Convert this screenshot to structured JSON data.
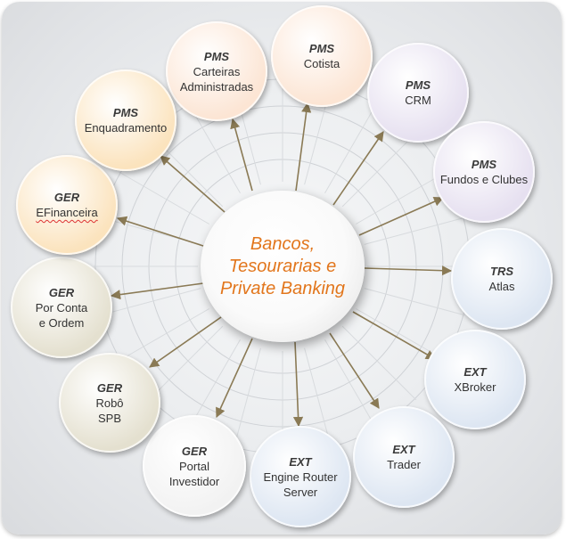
{
  "hub": {
    "title": "Bancos,\nTesourarias e\nPrivate Banking",
    "color": "#e2761c"
  },
  "nodes": [
    {
      "category": "PMS",
      "label": "Carteiras\nAdministradas",
      "fill": "#fce5d4"
    },
    {
      "category": "PMS",
      "label": "Cotista",
      "fill": "#fce5d4"
    },
    {
      "category": "PMS",
      "label": "CRM",
      "fill": "#e6e0f0"
    },
    {
      "category": "PMS",
      "label": "Fundos e Clubes",
      "fill": "#e6e0f0"
    },
    {
      "category": "TRS",
      "label": "Atlas",
      "fill": "#dde6f2"
    },
    {
      "category": "EXT",
      "label": "XBroker",
      "fill": "#dde6f2"
    },
    {
      "category": "EXT",
      "label": "Trader",
      "fill": "#dde6f2"
    },
    {
      "category": "EXT",
      "label": "Engine Router\nServer",
      "fill": "#dde6f2"
    },
    {
      "category": "GER",
      "label": "Portal\nInvestidor",
      "fill": "#f2f2f2"
    },
    {
      "category": "GER",
      "label": "Robô\nSPB",
      "fill": "#e4e0cf"
    },
    {
      "category": "GER",
      "label": "Por Conta\ne Ordem",
      "fill": "#e4e0cf"
    },
    {
      "category": "GER",
      "label": "EFinanceira",
      "fill": "#fbe3bd",
      "spellcheck": true
    },
    {
      "category": "PMS",
      "label": "Enquadramento",
      "fill": "#fbe3bd"
    }
  ],
  "arrow_color": "#8a7a55"
}
